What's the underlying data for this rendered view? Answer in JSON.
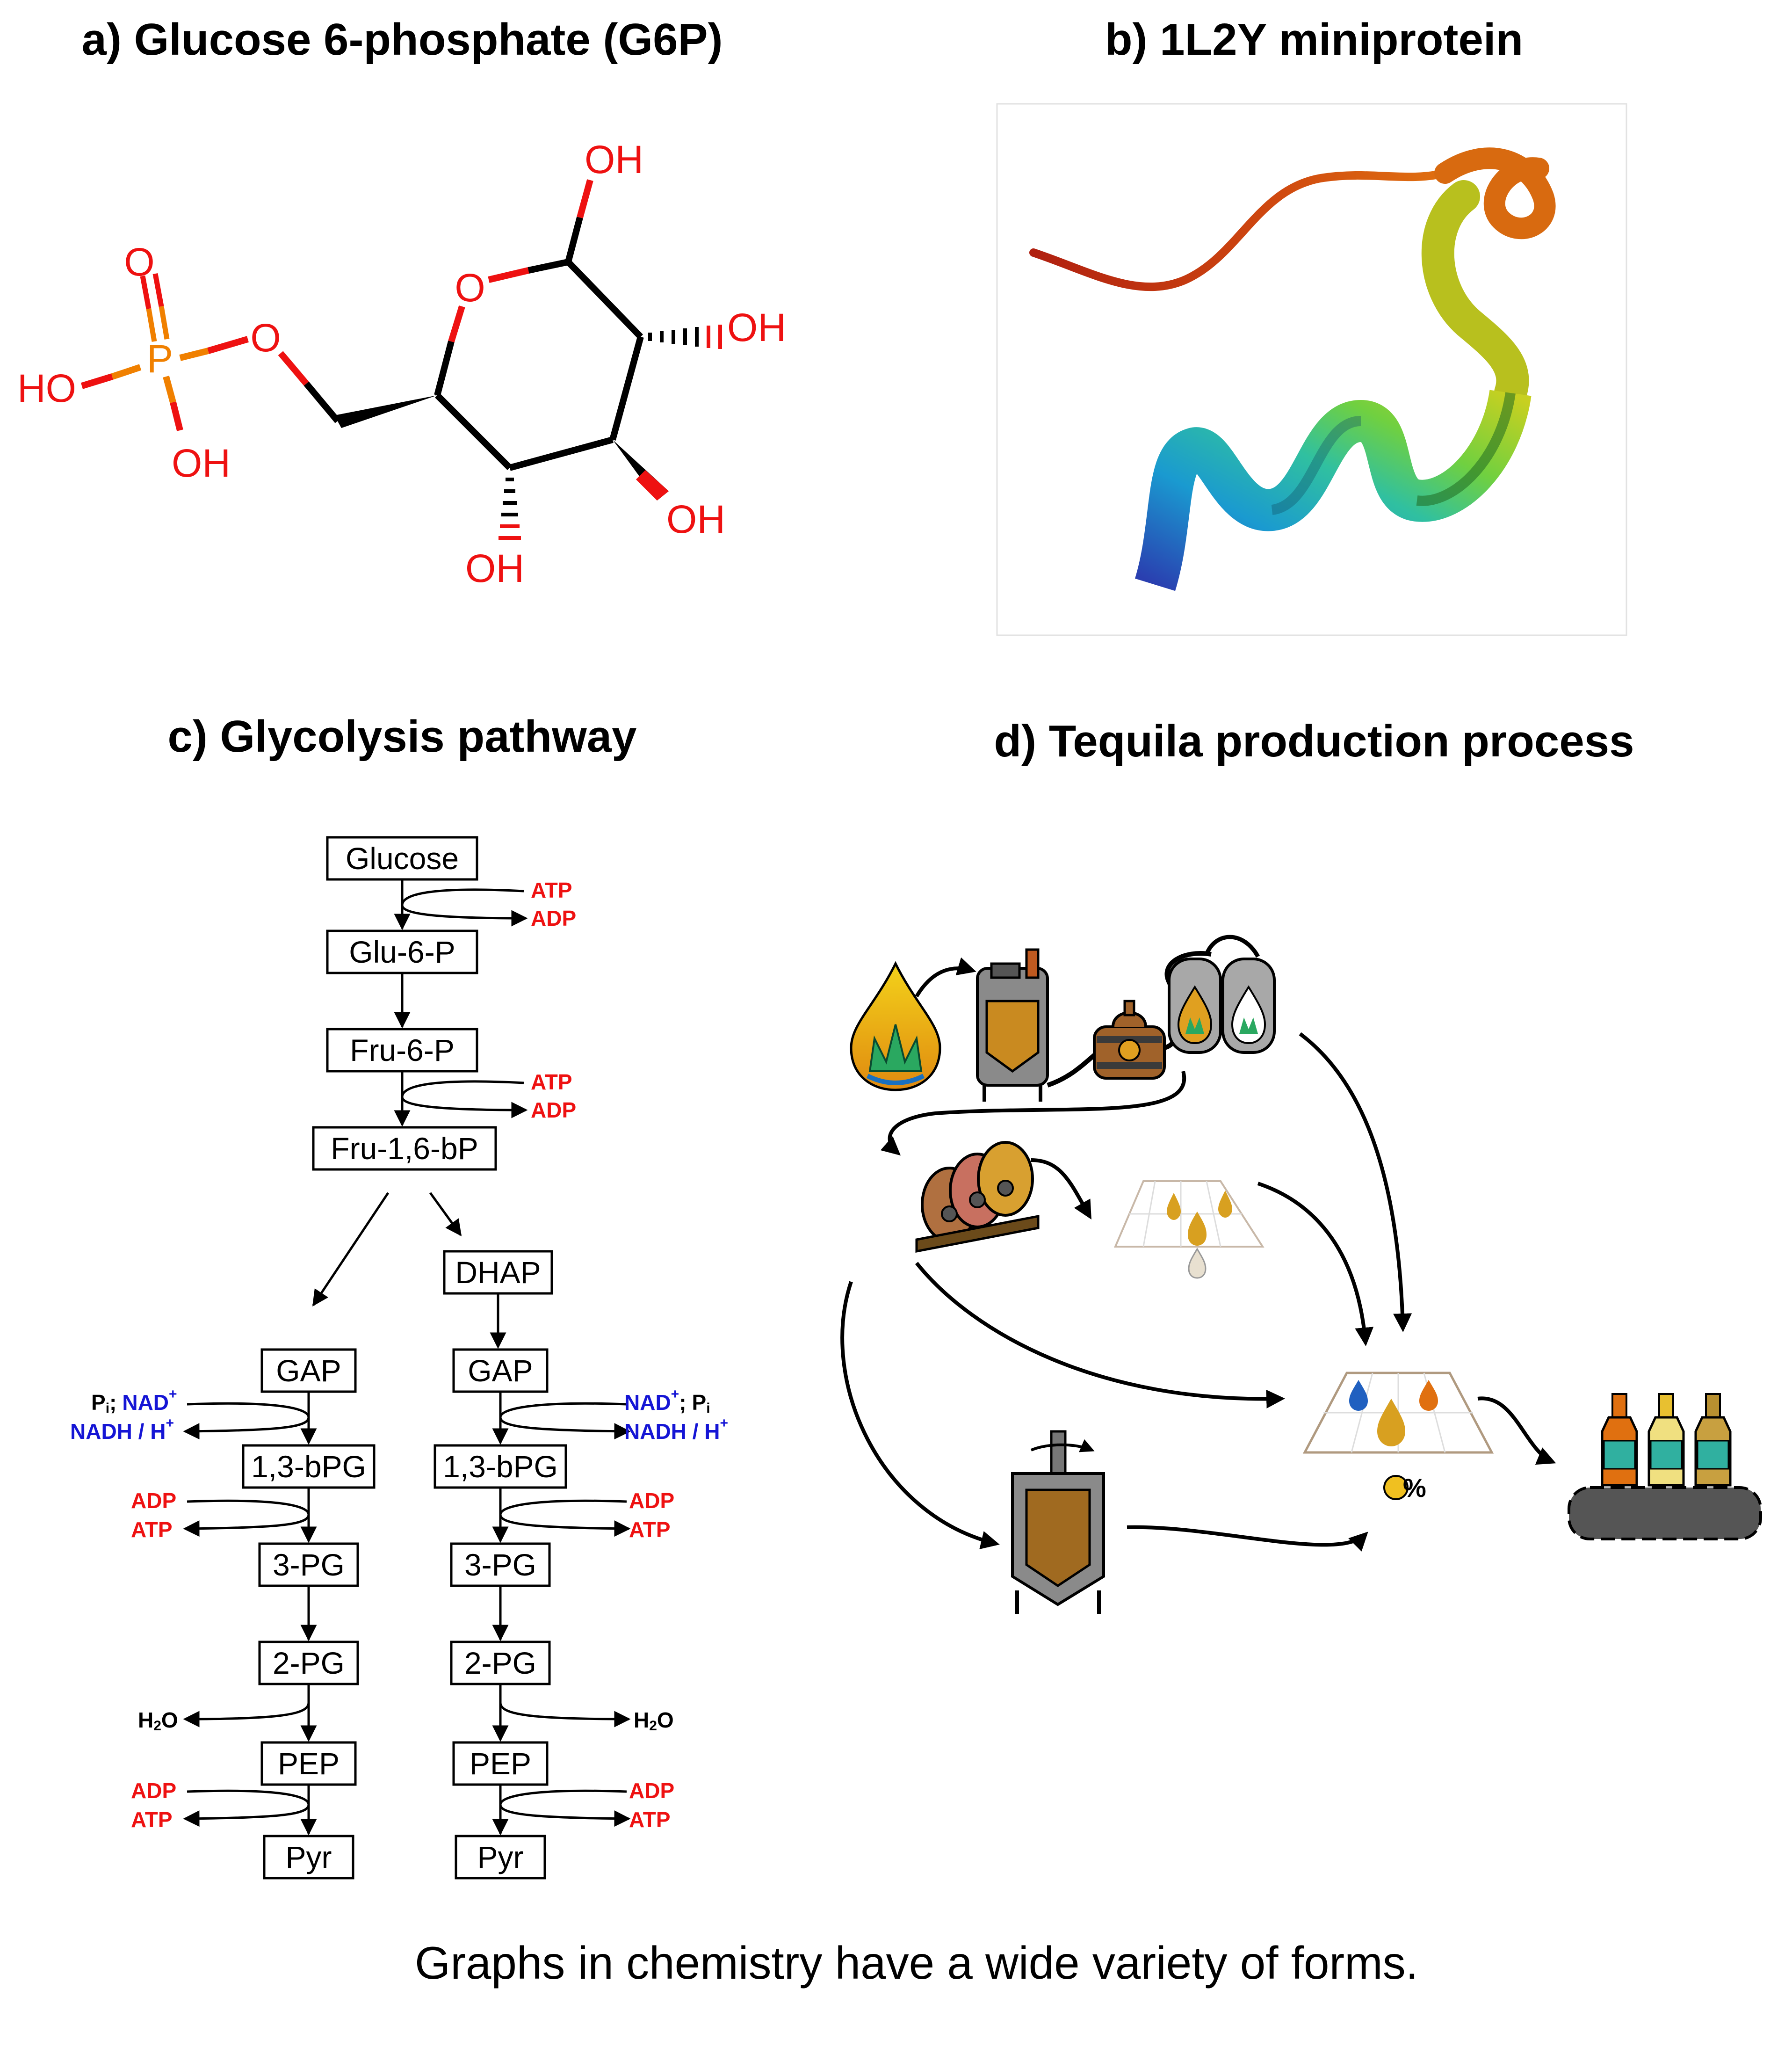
{
  "panels": {
    "a": {
      "title": "a) Glucose 6-phosphate (G6P)",
      "atoms": {
        "oh_top": "OH",
        "oh_right": "OH",
        "oh_lower_right": "OH",
        "oh_bottom": "OH",
        "o_ring": "O",
        "o_link": "O",
        "p": "P",
        "o_double": "O",
        "ho_left": "HO",
        "oh_phosphate": "OH"
      },
      "colors": {
        "oxygen": "#ee1111",
        "phosphorus": "#f08000",
        "bond": "#000000"
      }
    },
    "b": {
      "title": "b) 1L2Y miniprotein"
    },
    "c": {
      "title": "c) Glycolysis pathway",
      "nodes": {
        "glucose": "Glucose",
        "glu6p": "Glu-6-P",
        "fru6p": "Fru-6-P",
        "fru16bp": "Fru-1,6-bP",
        "dhap": "DHAP",
        "gap_left": "GAP",
        "gap_right": "GAP",
        "bpg_left": "1,3-bPG",
        "bpg_right": "1,3-bPG",
        "pg3_left": "3-PG",
        "pg3_right": "3-PG",
        "pg2_left": "2-PG",
        "pg2_right": "2-PG",
        "pep_left": "PEP",
        "pep_right": "PEP",
        "pyr_left": "Pyr",
        "pyr_right": "Pyr"
      },
      "cofactors": {
        "atp": "ATP",
        "adp": "ADP",
        "pi": "P",
        "pi_sub": "i",
        "nad": "NAD",
        "nad_sup": "+",
        "nadh": "NADH / H",
        "h_sup": "+",
        "water_h": "H",
        "water_sub": "2",
        "water_o": "O",
        "sep": ";"
      }
    },
    "d": {
      "title": "d) Tequila production process",
      "percent": "%"
    }
  },
  "caption": "Graphs in chemistry have a wide variety of forms."
}
